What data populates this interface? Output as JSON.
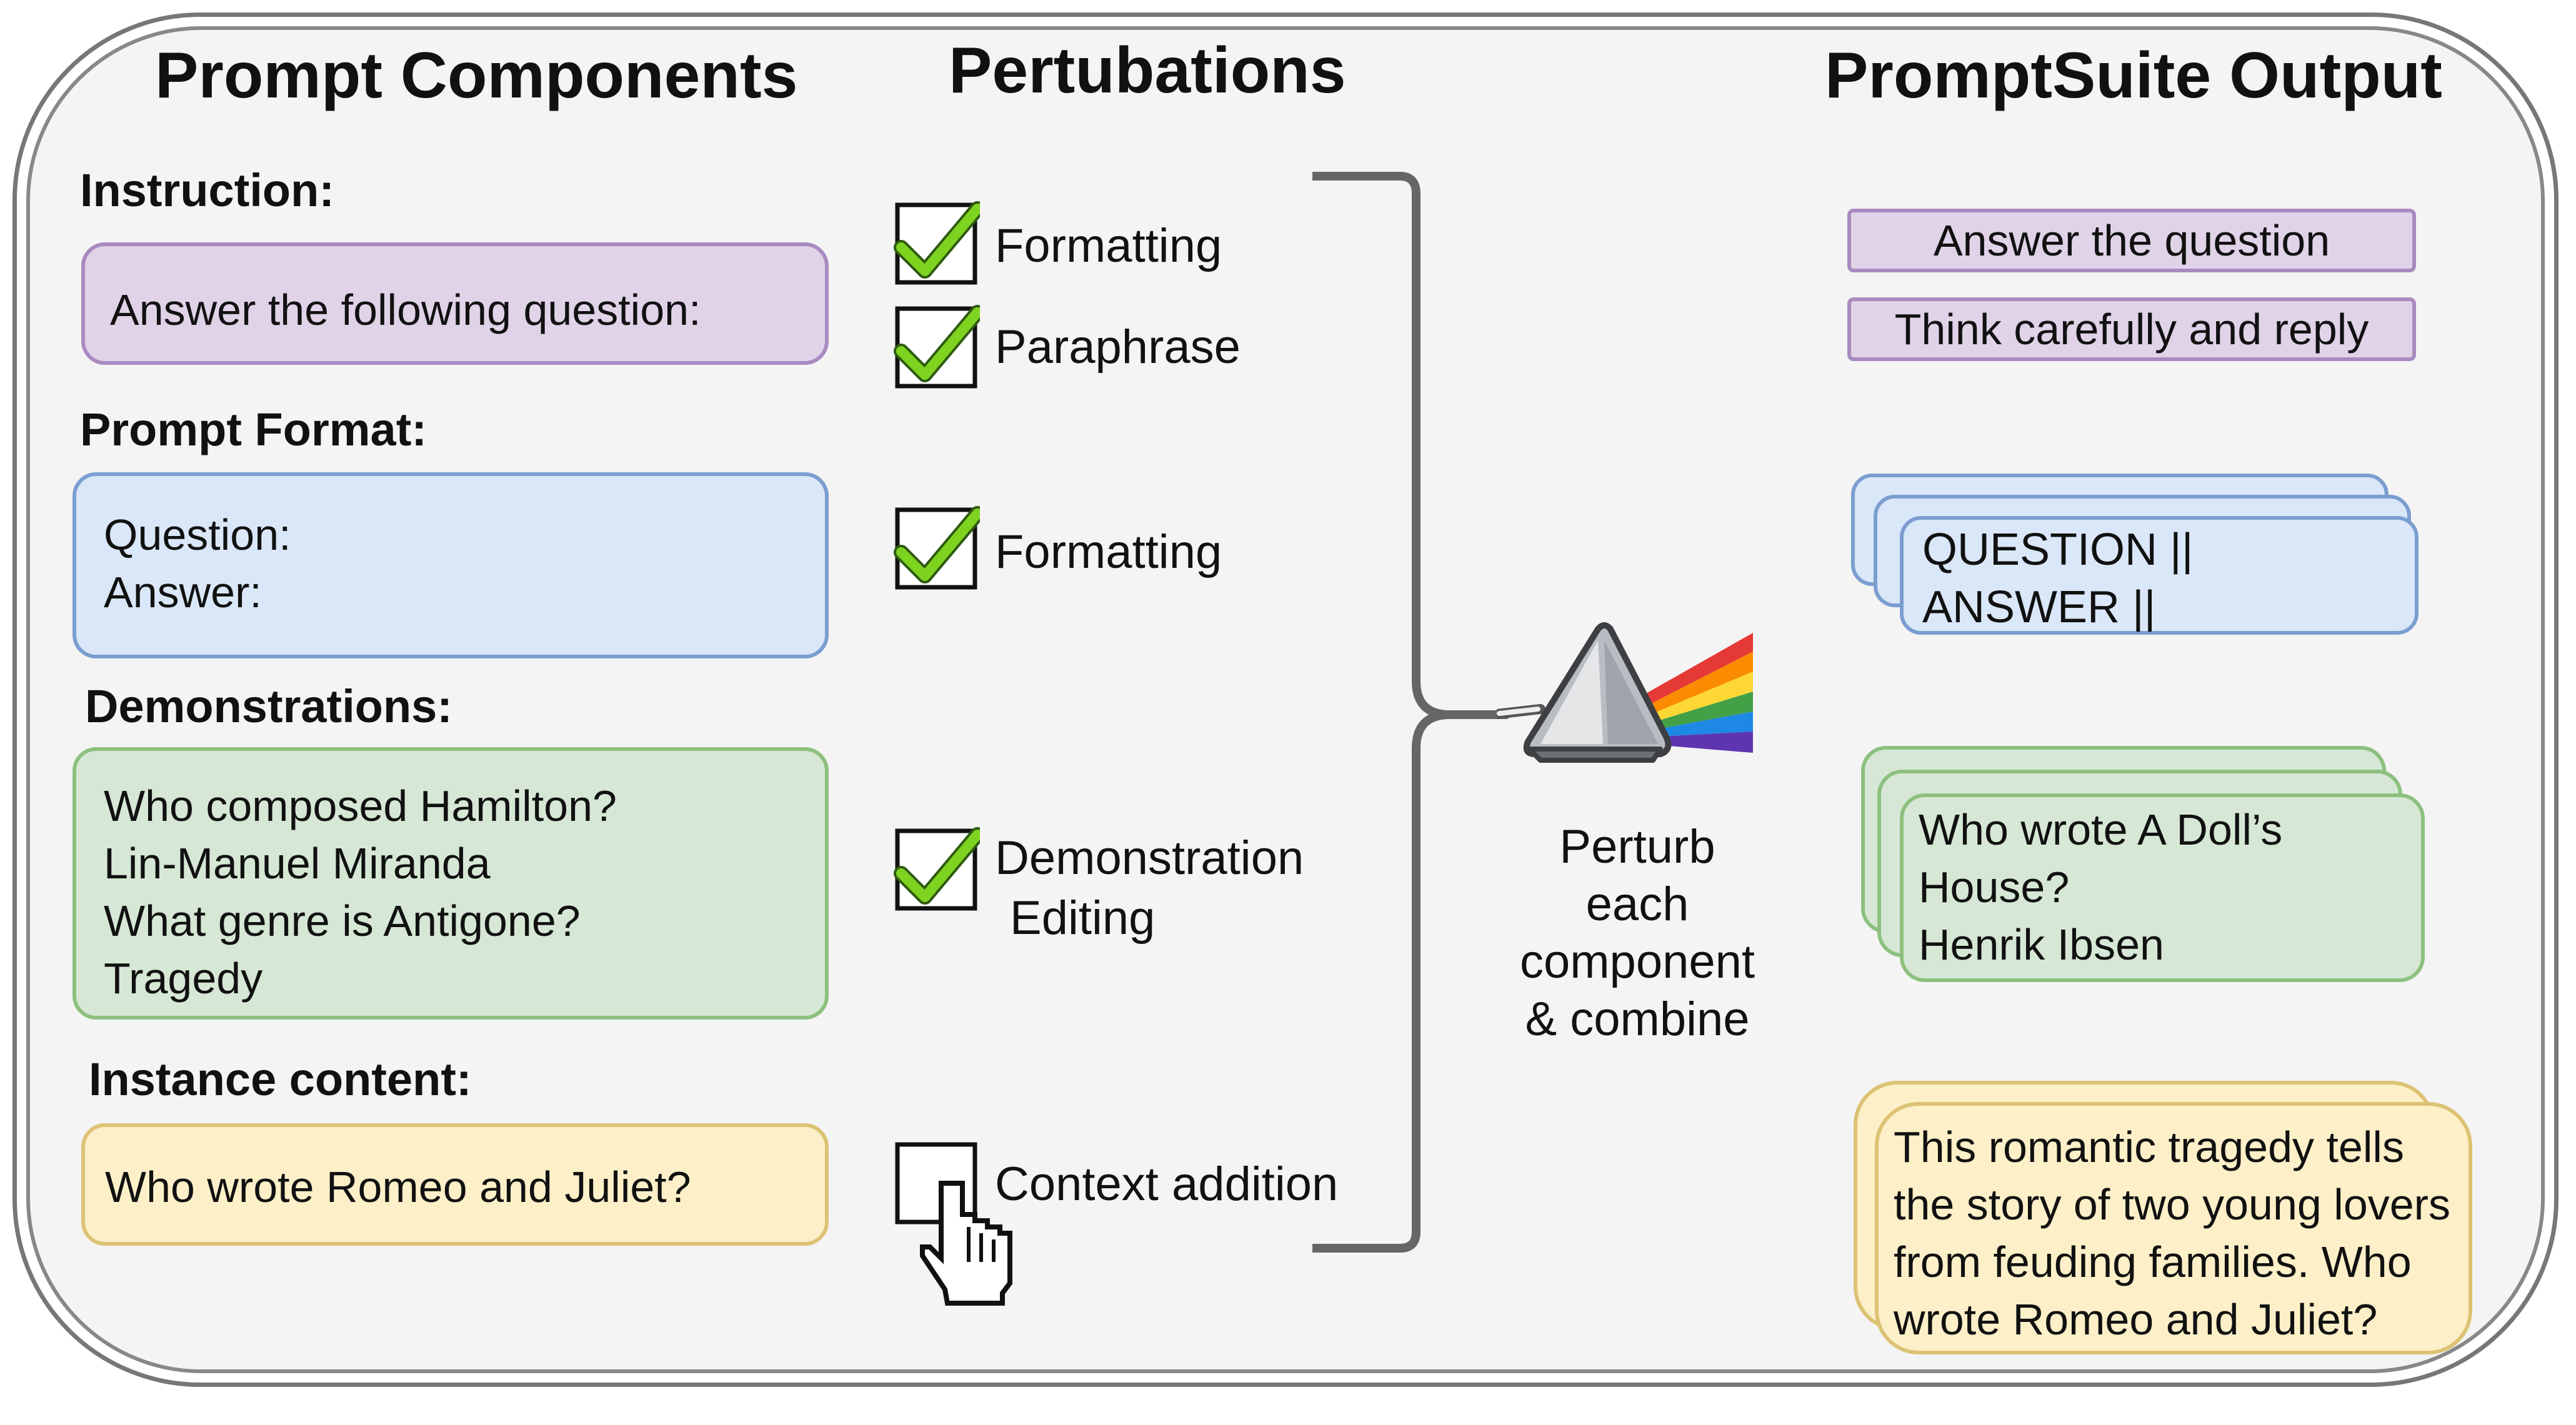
{
  "columns": {
    "components_title": "Prompt Components",
    "perturbations_title": "Pertubations",
    "output_title": "PromptSuite Output"
  },
  "components": {
    "instruction": {
      "label": "Instruction:",
      "text": "Answer the following question:"
    },
    "prompt_format": {
      "label": "Prompt Format:",
      "lines": [
        "Question:",
        "Answer:"
      ]
    },
    "demonstrations": {
      "label": "Demonstrations:",
      "lines": [
        "Who composed Hamilton?",
        "Lin-Manuel Miranda",
        "What genre is Antigone?",
        "Tragedy"
      ]
    },
    "instance": {
      "label": "Instance content:",
      "text": "Who wrote Romeo and Juliet?"
    }
  },
  "perturbations": [
    {
      "label": "Formatting",
      "checked": true
    },
    {
      "label": "Paraphrase",
      "checked": true
    },
    {
      "label": "Formatting",
      "checked": true
    },
    {
      "label_lines": [
        "Demonstration",
        "Editing"
      ],
      "checked": true
    },
    {
      "label": "Context addition",
      "checked": false
    }
  ],
  "prism": {
    "caption_lines": [
      "Perturb",
      "each",
      "component",
      "& combine"
    ]
  },
  "output": {
    "instructions": [
      "Answer the question",
      "Think carefully and reply"
    ],
    "format_lines": [
      "QUESTION ||",
      "ANSWER ||"
    ],
    "demo_lines": [
      "Who wrote A Doll’s",
      "House?",
      "Henrik Ibsen"
    ],
    "instance_lines": [
      "This romantic tragedy tells",
      "the story of two young lovers",
      "from feuding families. Who",
      "wrote Romeo and Juliet?"
    ]
  },
  "colors": {
    "instruction": "#e0d3e8",
    "format": "#dae7f8",
    "demonstrations": "#d6e8d5",
    "instance": "#fdf0c8",
    "checkmark": "#7ed321",
    "rainbow": [
      "#e53935",
      "#fb8c00",
      "#fdd835",
      "#43a047",
      "#1e88e5",
      "#5e35b1"
    ]
  }
}
